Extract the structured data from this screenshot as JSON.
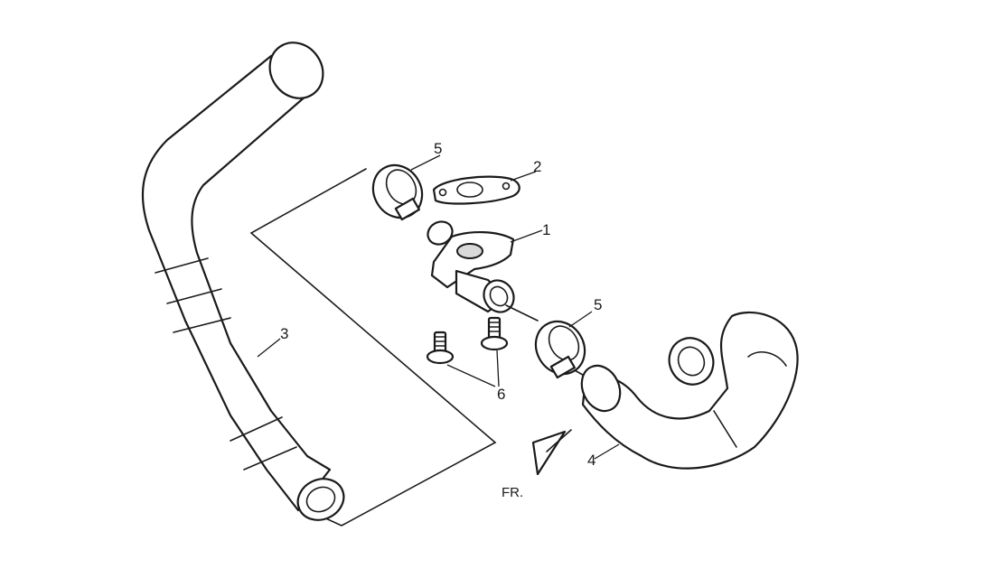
{
  "diagram": {
    "callouts": {
      "c1": "1",
      "c2": "2",
      "c3": "3",
      "c4": "4",
      "c5a": "5",
      "c5b": "5",
      "c6": "6"
    },
    "direction_label": "FR."
  }
}
